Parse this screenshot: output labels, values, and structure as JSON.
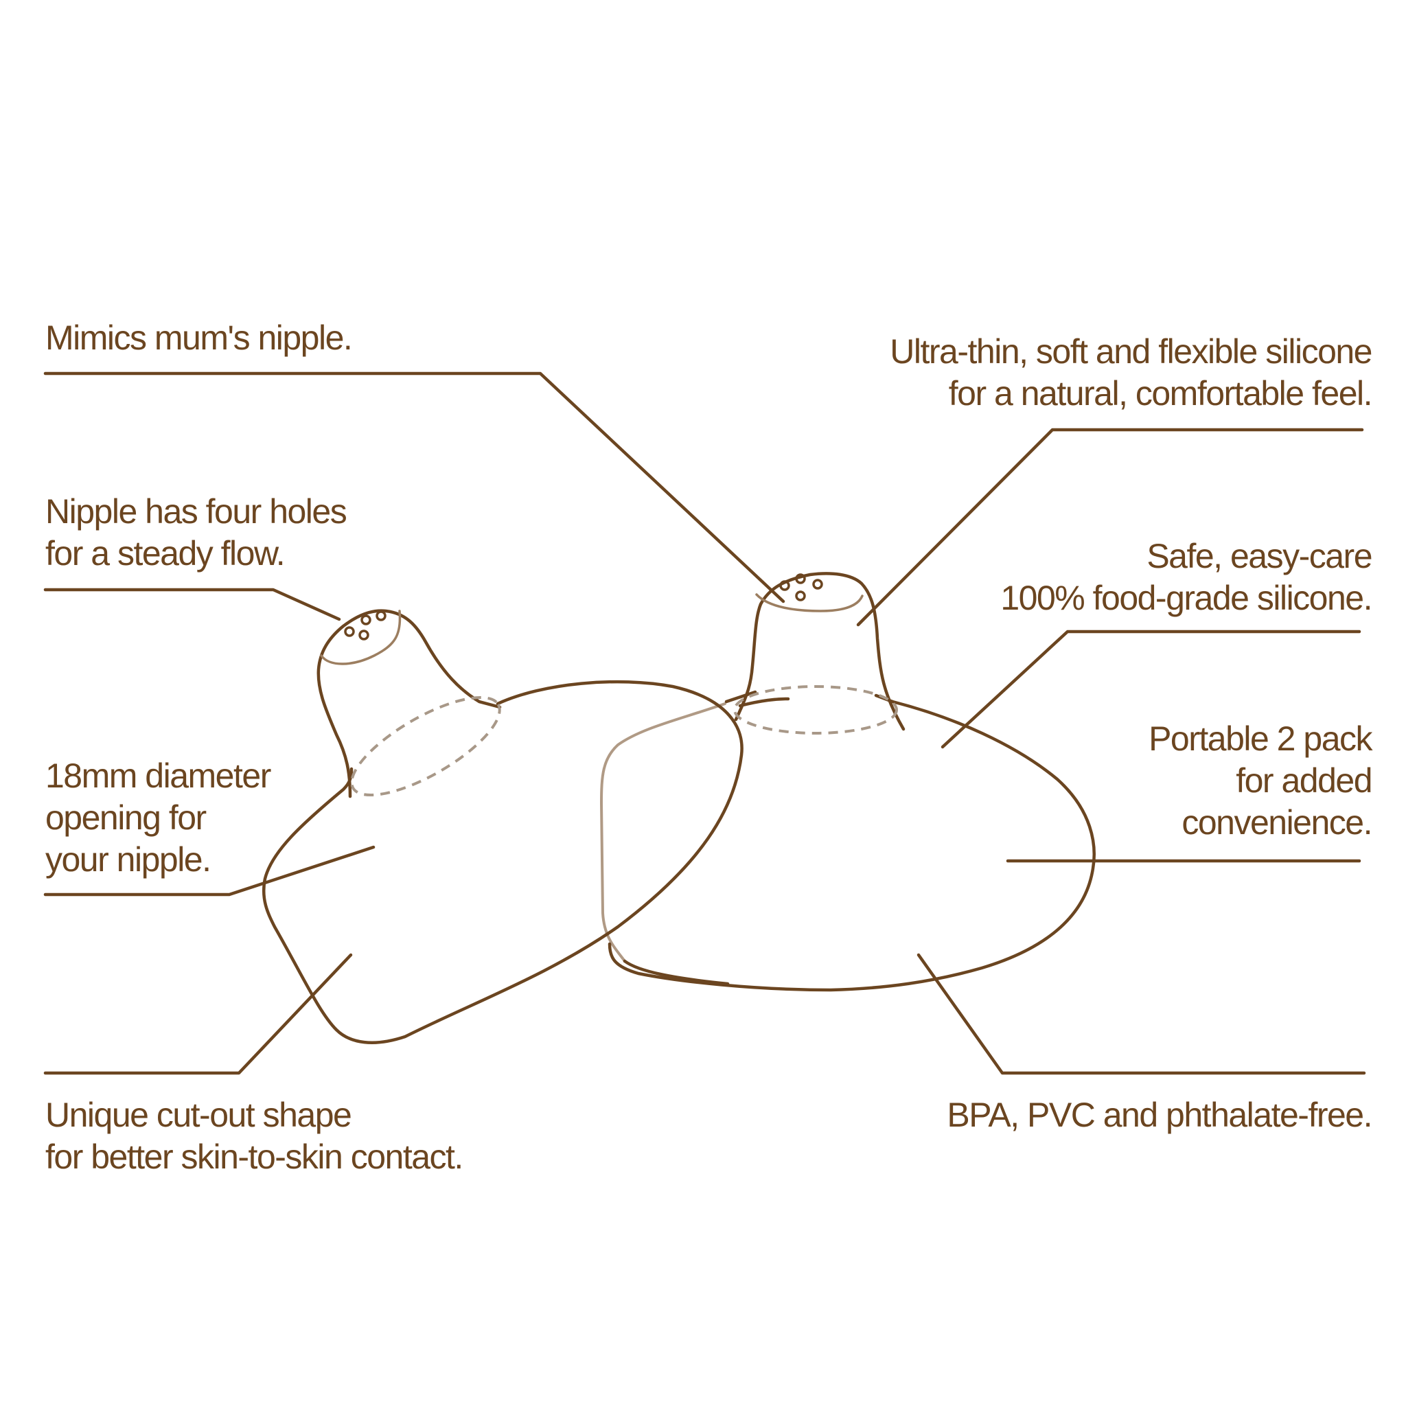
{
  "colors": {
    "ink": "#6b4520",
    "hidden_edge": "#b09a85",
    "dashed_edge": "#a89888",
    "background": "#ffffff"
  },
  "callouts": {
    "mimics": {
      "lines": [
        "Mimics mum's nipple."
      ]
    },
    "ultra_thin": {
      "lines": [
        "Ultra-thin, soft and flexible silicone",
        "for a natural, comfortable feel."
      ]
    },
    "four_holes": {
      "lines": [
        "Nipple has four holes",
        "for a steady flow."
      ]
    },
    "food_grade": {
      "lines": [
        "Safe, easy-care",
        "100% food-grade silicone."
      ]
    },
    "diameter": {
      "lines": [
        "18mm diameter",
        "opening for",
        "your nipple."
      ]
    },
    "portable": {
      "lines": [
        "Portable 2 pack",
        "for added",
        "convenience."
      ]
    },
    "cut_out": {
      "lines": [
        "Unique cut-out shape",
        "for better skin-to-skin contact."
      ]
    },
    "bpa_free": {
      "lines": [
        "BPA, PVC and phthalate-free."
      ]
    }
  },
  "illustration": {
    "subject": "nipple-shield-pair",
    "count": 2,
    "holes_per_shield": 4
  }
}
